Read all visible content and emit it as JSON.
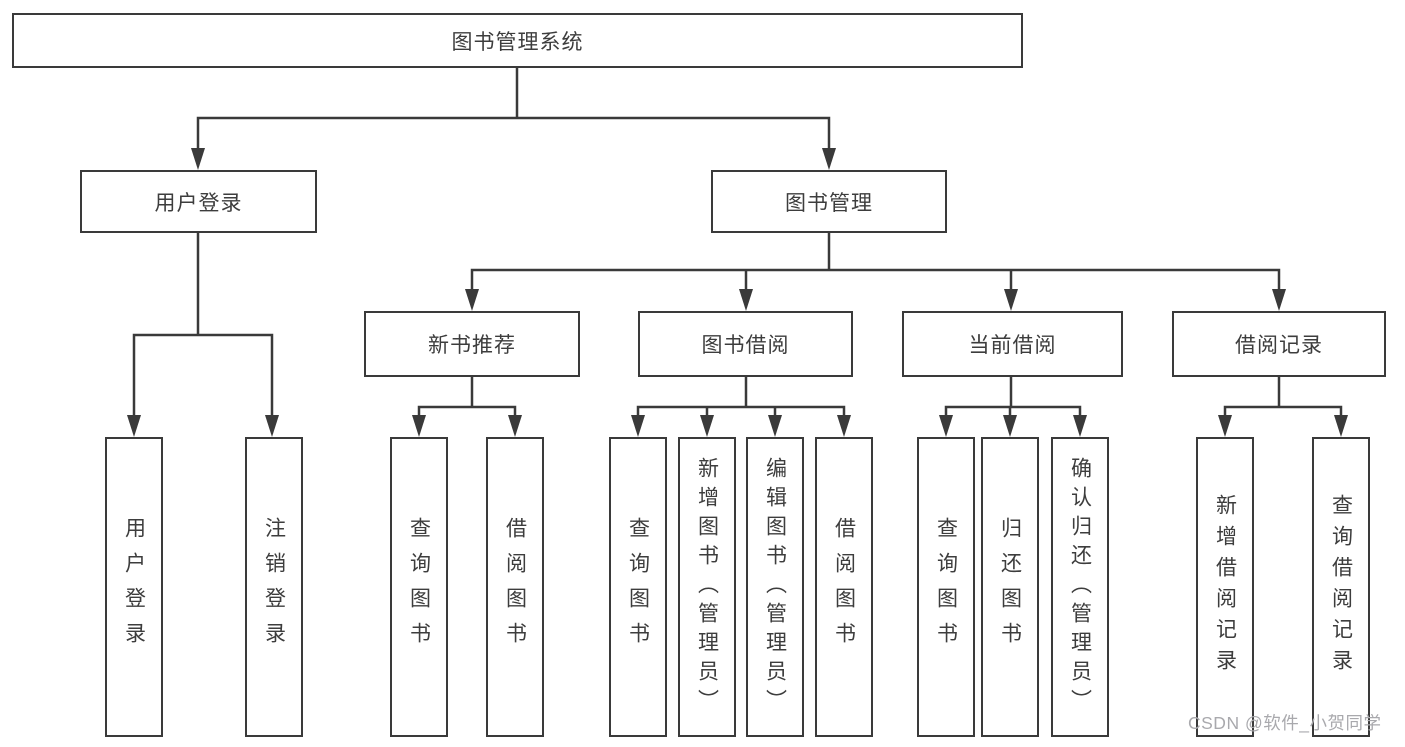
{
  "tree": {
    "root": {
      "label": "图书管理系统",
      "children": [
        {
          "label": "用户登录",
          "children": [
            {
              "label": "用户登录"
            },
            {
              "label": "注销登录"
            }
          ]
        },
        {
          "label": "图书管理",
          "children": [
            {
              "label": "新书推荐",
              "children": [
                {
                  "label": "查询图书"
                },
                {
                  "label": "借阅图书"
                }
              ]
            },
            {
              "label": "图书借阅",
              "children": [
                {
                  "label": "查询图书"
                },
                {
                  "label": "新增图书（管理员）"
                },
                {
                  "label": "编辑图书（管理员）"
                },
                {
                  "label": "借阅图书"
                }
              ]
            },
            {
              "label": "当前借阅",
              "children": [
                {
                  "label": "查询图书"
                },
                {
                  "label": "归还图书"
                },
                {
                  "label": "确认归还（管理员）"
                }
              ]
            },
            {
              "label": "借阅记录",
              "children": [
                {
                  "label": "新增借阅记录"
                },
                {
                  "label": "查询借阅记录"
                }
              ]
            }
          ]
        }
      ]
    }
  },
  "watermark": {
    "text": "CSDN @软件_小贺同学"
  },
  "colors": {
    "line": "#3a3a3a",
    "text": "#3d3d3d",
    "watermark": "#a9a9ad",
    "background": "#ffffff"
  }
}
